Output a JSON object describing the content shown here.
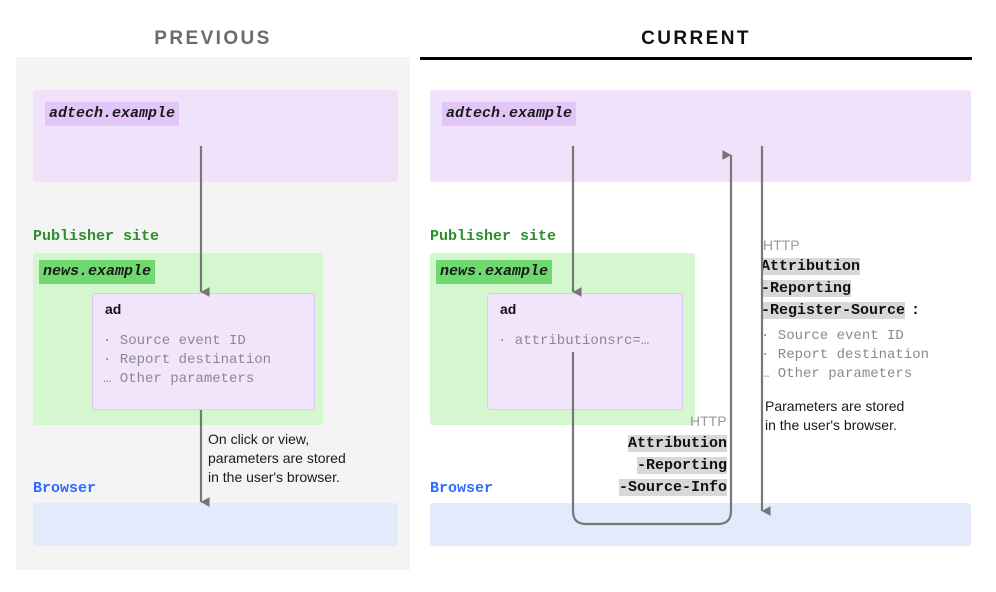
{
  "columns": {
    "previous": {
      "title": "PREVIOUS",
      "color": "#6b6b6b"
    },
    "current": {
      "title": "CURRENT",
      "color": "#111111"
    }
  },
  "palette": {
    "adtech_box": "#f0e2fb",
    "adtech_chip": "#e2c6f7",
    "publisher_box": "#d5f7d0",
    "publisher_chip": "#6fd96f",
    "browser_box": "#e2eafb",
    "publisher_label": "#2e8b2e",
    "browser_label": "#2f6bff",
    "arrow": "#777777",
    "header_highlight": "#d8d8d8",
    "muted_text": "#8a8a8a"
  },
  "previous": {
    "adtech_chip": "adtech.example",
    "publisher_label": "Publisher site",
    "publisher_chip": "news.example",
    "ad_title": "ad",
    "ad_items": "· Source event ID\n· Report destination\n… Other parameters",
    "note": "On click or view,\nparameters are stored\nin the user's browser.",
    "browser_label": "Browser"
  },
  "current": {
    "adtech_chip": "adtech.example",
    "publisher_label": "Publisher site",
    "publisher_chip": "news.example",
    "ad_title": "ad",
    "ad_items": "· attributionsrc=…",
    "browser_label": "Browser",
    "request_header": {
      "http": "HTTP",
      "lines": [
        "Attribution",
        "-Reporting",
        "-Source-Info"
      ]
    },
    "response_header": {
      "http": "HTTP",
      "lines": [
        "Attribution",
        "-Reporting",
        "-Register-Source"
      ],
      "colon": ":",
      "items": "· Source event ID\n· Report destination\n… Other parameters"
    },
    "note": "Parameters are stored\nin the user's browser."
  }
}
